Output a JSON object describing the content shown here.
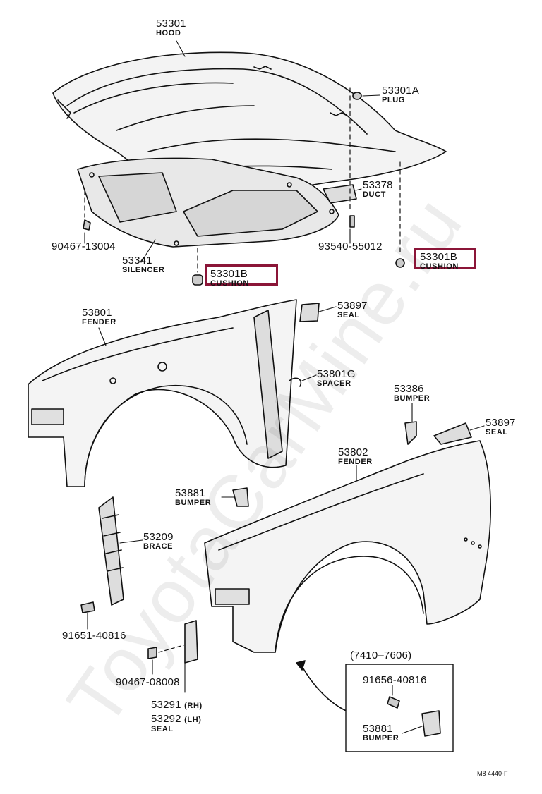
{
  "watermark": "ToyotaCarMine.ru",
  "figure_code": "M8 4440-F",
  "highlight_color": "#8b1538",
  "parts": [
    {
      "id": "p-hood",
      "number": "53301",
      "name": "HOOD"
    },
    {
      "id": "p-plug",
      "number": "53301A",
      "name": "PLUG"
    },
    {
      "id": "p-duct",
      "number": "53378",
      "name": "DUCT"
    },
    {
      "id": "p-clip1",
      "number": "90467-13004",
      "name": ""
    },
    {
      "id": "p-bolt1",
      "number": "93540-55012",
      "name": ""
    },
    {
      "id": "p-silencer",
      "number": "53341",
      "name": "SILENCER"
    },
    {
      "id": "p-cushion-l",
      "number": "53301B",
      "name": "CUSHION"
    },
    {
      "id": "p-cushion-r",
      "number": "53301B",
      "name": "CUSHION"
    },
    {
      "id": "p-fender-l",
      "number": "53801",
      "name": "FENDER"
    },
    {
      "id": "p-seal-upper",
      "number": "53897",
      "name": "SEAL"
    },
    {
      "id": "p-spacer",
      "number": "53801G",
      "name": "SPACER"
    },
    {
      "id": "p-bumper-upper",
      "number": "53386",
      "name": "BUMPER"
    },
    {
      "id": "p-seal-right",
      "number": "53897",
      "name": "SEAL"
    },
    {
      "id": "p-fender-r",
      "number": "53802",
      "name": "FENDER"
    },
    {
      "id": "p-bumper-mid",
      "number": "53881",
      "name": "BUMPER"
    },
    {
      "id": "p-brace",
      "number": "53209",
      "name": "BRACE"
    },
    {
      "id": "p-bolt2",
      "number": "91651-40816",
      "name": ""
    },
    {
      "id": "p-clip2",
      "number": "90467-08008",
      "name": ""
    },
    {
      "id": "p-seal-rh",
      "number": "53291",
      "name": "(RH)"
    },
    {
      "id": "p-seal-lh",
      "number": "53292",
      "name": "(LH)"
    },
    {
      "id": "p-seal-lower",
      "number": "",
      "name": "SEAL"
    }
  ],
  "inset": {
    "title": "(7410–7606)",
    "bolt": "91656-40816",
    "bumper_number": "53881",
    "bumper_name": "BUMPER"
  }
}
